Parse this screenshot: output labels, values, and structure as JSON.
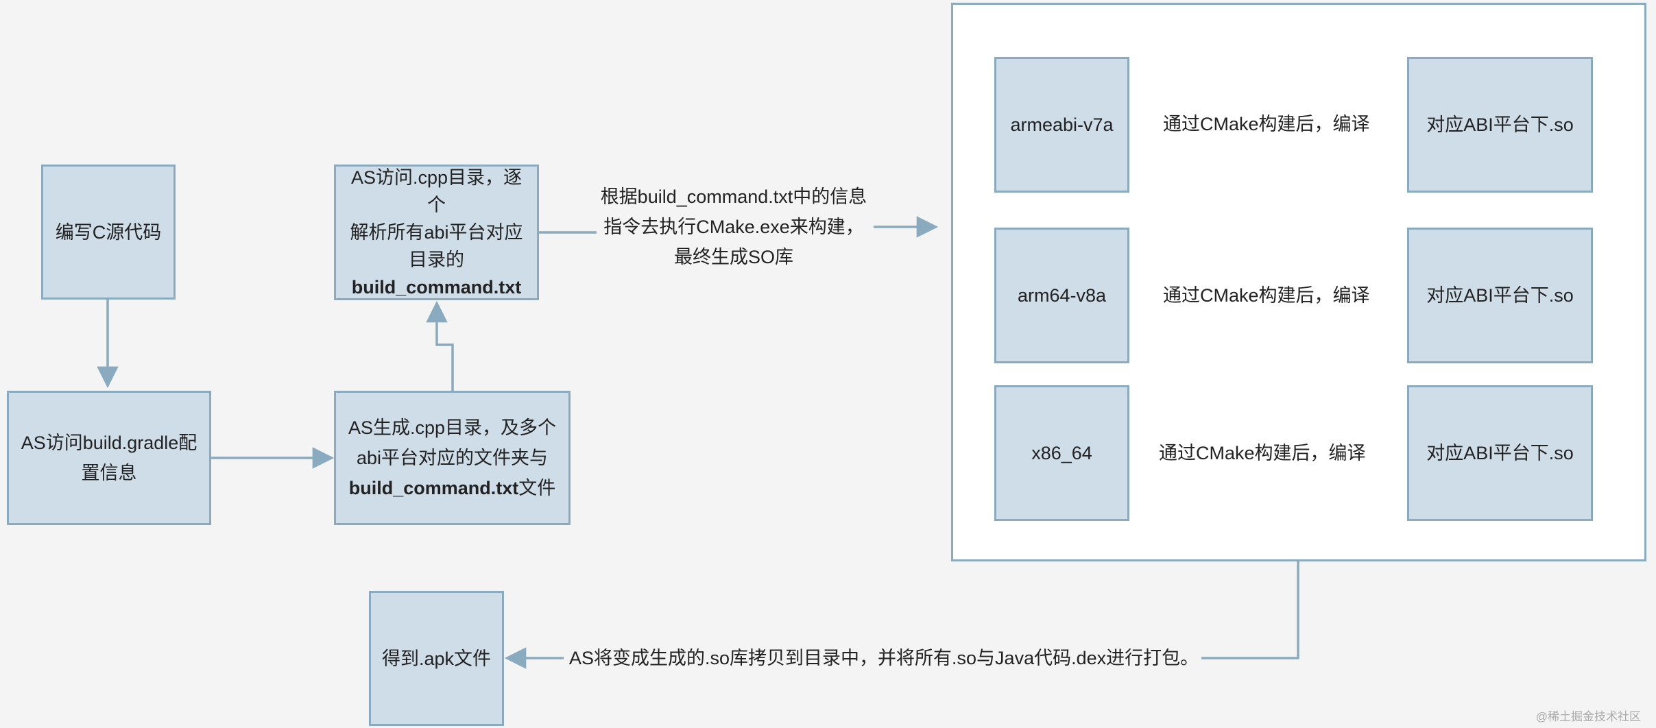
{
  "colors": {
    "box_fill": "#cfdde8",
    "box_border": "#8aaabf",
    "arrow": "#8aaabf",
    "background": "#f4f4f4",
    "container": "#ffffff"
  },
  "nodes": {
    "write_c": "编写C源代码",
    "access_gradle": "AS访问build.gradle配置信息",
    "gen_cpp_1": "AS生成.cpp目录，及多个",
    "gen_cpp_2": "abi平台对应的文件夹与",
    "gen_cpp_3_bold": "build_command.txt",
    "gen_cpp_3_tail": "文件",
    "access_cpp_1": "AS访问.cpp目录，逐个",
    "access_cpp_2": "解析所有abi平台对应",
    "access_cpp_3": "目录的",
    "access_cpp_4_bold": "build_command.txt",
    "abi_1": "armeabi-v7a",
    "abi_2": "arm64-v8a",
    "abi_3": "x86_64",
    "so_1": "对应ABI平台下.so",
    "so_2": "对应ABI平台下.so",
    "so_3": "对应ABI平台下.so",
    "apk": "得到.apk文件"
  },
  "edge_labels": {
    "cmake_1": "根据build_command.txt中的信息",
    "cmake_2": "指令去执行CMake.exe来构建，",
    "cmake_3": "最终生成SO库",
    "compile_1": "通过CMake构建后，编译",
    "compile_2": "通过CMake构建后，编译",
    "compile_3": "通过CMake构建后，编译",
    "package": "AS将变成生成的.so库拷贝到目录中，并将所有.so与Java代码.dex进行打包。"
  },
  "watermark": "@稀土掘金技术社区"
}
